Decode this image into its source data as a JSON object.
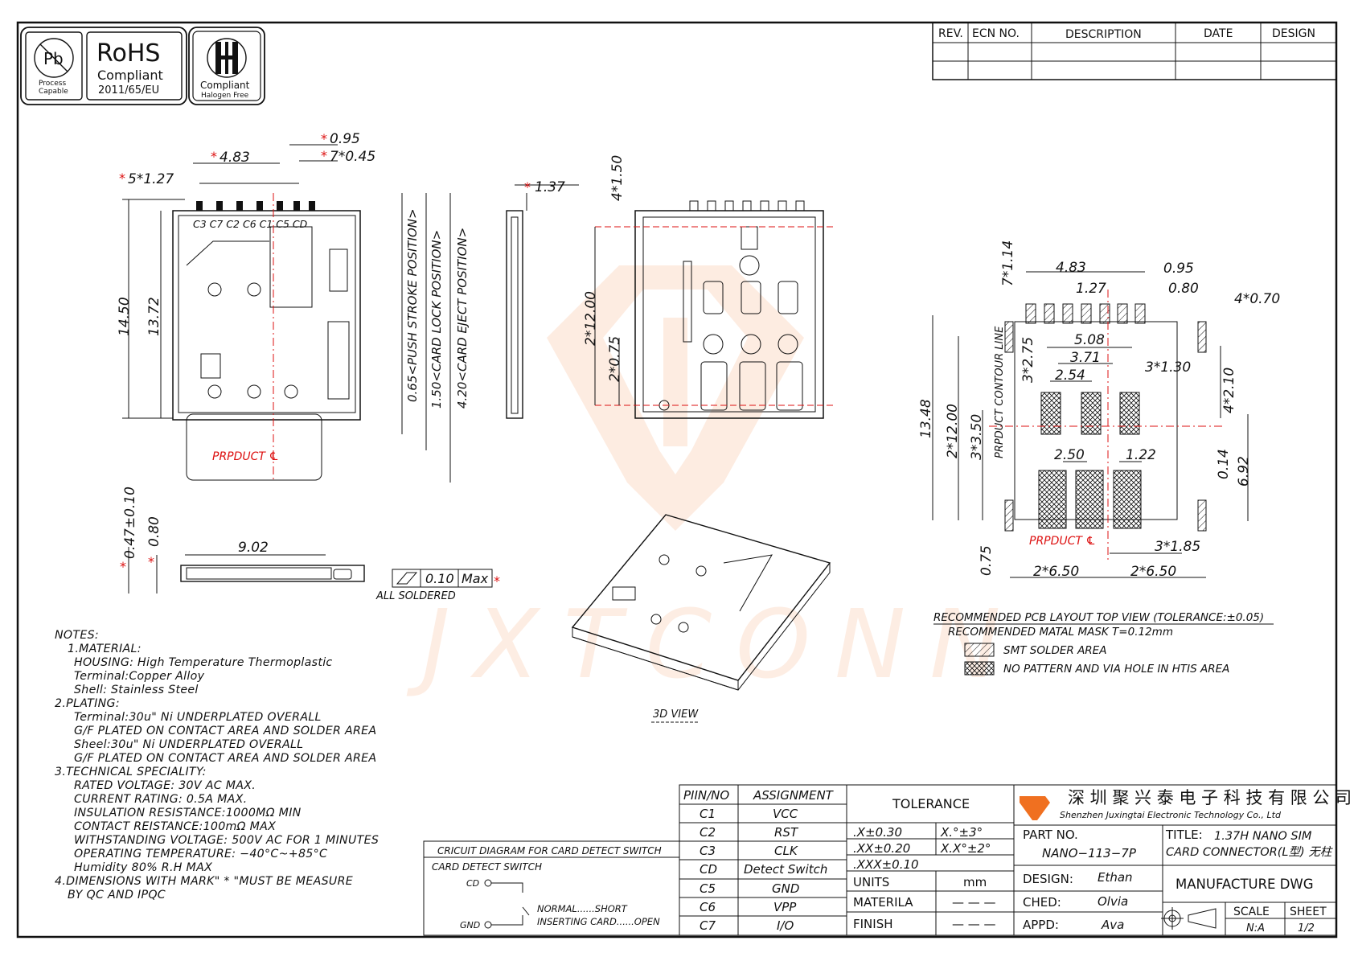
{
  "cert": {
    "pb_process": "Process",
    "pb_capable": "Capable",
    "pb_symbol": "Pb",
    "rohs_title": "RoHS",
    "rohs_compliant": "Compliant",
    "rohs_directive": "2011/65/EU",
    "hf_symbol": "H",
    "hf_compliant": "Compliant",
    "hf_halogen": "Halogen Free"
  },
  "revision_table": {
    "headers": [
      "REV.",
      "ECN NO.",
      "DESCRIPTION",
      "DATE",
      "DESIGN"
    ]
  },
  "dims_top": {
    "d_5x127": "5*1.27",
    "d_483": "4.83",
    "d_095": "0.95",
    "d_7x045": "7*0.45",
    "d_1450": "14.50",
    "d_1372": "13.72",
    "pins": "C3  C7  C2  C6  C1  C5  CD",
    "product_cl": "PRPDUCT ℄",
    "push": "0.65<PUSH STROKE POSITION>",
    "lock": "1.50<CARD LOCK POSITION>",
    "eject": "4.20<CARD EJECT POSITION>",
    "d_137": "1.37",
    "d_4x150": "4*1.50",
    "d_2x1200": "2*12.00",
    "d_2x075": "2*0.75"
  },
  "dims_side": {
    "d_047": "0.47±0.10",
    "d_080": "0.80",
    "d_902": "9.02",
    "flat_val": "0.10",
    "flat_max": "Max",
    "all_soldered": "ALL SOLDERED",
    "view_3d": "3D VIEW"
  },
  "watermark": "JXTCONN",
  "pcb": {
    "d_7x114": "7*1.14",
    "d_483": "4.83",
    "d_095": "0.95",
    "d_127": "1.27",
    "d_080": "0.80",
    "d_4x070": "4*0.70",
    "d_508": "5.08",
    "d_371": "3.71",
    "d_254": "2.54",
    "d_3x130": "3*1.30",
    "d_3x275": "3*2.75",
    "d_4x210": "4*2.10",
    "d_1348": "13.48",
    "d_2x1200": "2*12.00",
    "d_3x350": "3*3.50",
    "contour": "PRPDUCT CONTOUR LINE",
    "d_250": "2.50",
    "d_122": "1.22",
    "d_014": "0.14",
    "d_692": "6.92",
    "d_075": "0.75",
    "product_cl": "PRPDUCT ℄",
    "d_3x185": "3*1.85",
    "d_2x650a": "2*6.50",
    "d_2x650b": "2*6.50",
    "title": "RECOMMENDED PCB LAYOUT TOP VIEW (TOLERANCE:±0.05)",
    "mask": "RECOMMENDED MATAL MASK T=0.12mm",
    "legend_smt": "SMT SOLDER AREA",
    "legend_no": "NO PATTERN AND VIA HOLE IN HTIS AREA"
  },
  "notes": [
    {
      "cls": "h",
      "text": "NOTES:"
    },
    {
      "cls": "i1",
      "text": "1.MATERIAL:"
    },
    {
      "cls": "i2",
      "text": "HOUSING: High Temperature Thermoplastic"
    },
    {
      "cls": "i2",
      "text": "Terminal:Copper Alloy"
    },
    {
      "cls": "i2",
      "text": "Shell: Stainless Steel"
    },
    {
      "cls": "h",
      "text": "2.PLATING:"
    },
    {
      "cls": "i2",
      "text": "Terminal:30u\" Ni UNDERPLATED OVERALL"
    },
    {
      "cls": "i2",
      "text": "G/F PLATED ON CONTACT AREA AND SOLDER AREA"
    },
    {
      "cls": "i2",
      "text": "Sheel:30u\" Ni UNDERPLATED OVERALL"
    },
    {
      "cls": "i2",
      "text": "G/F PLATED ON CONTACT AREA AND SOLDER AREA"
    },
    {
      "cls": "h",
      "text": "3.TECHNICAL SPECIALITY:"
    },
    {
      "cls": "i2",
      "text": "RATED VOLTAGE: 30V AC MAX."
    },
    {
      "cls": "i2",
      "text": "CURRENT RATING: 0.5A MAX."
    },
    {
      "cls": "i2",
      "text": "INSULATION RESISTANCE:1000MΩ MIN"
    },
    {
      "cls": "i2",
      "text": "CONTACT REISTANCE:100mΩ MAX"
    },
    {
      "cls": "i2",
      "text": "WITHSTANDING VOLTAGE: 500V AC FOR 1 MINUTES"
    },
    {
      "cls": "i2",
      "text": "OPERATING TEMPERATURE: −40°C~+85°C"
    },
    {
      "cls": "i2",
      "text": "Humidity 80% R.H MAX"
    },
    {
      "cls": "h",
      "text": "4.DIMENSIONS WITH MARK\" * \"MUST BE MEASURE"
    },
    {
      "cls": "i1",
      "text": "BY QC AND IPQC"
    }
  ],
  "circuit": {
    "title": "CRICUIT DIAGRAM FOR CARD DETECT SWITCH",
    "subtitle": "CARD DETECT SWITCH",
    "cd": "CD",
    "gnd": "GND",
    "normal": "NORMAL......SHORT",
    "inserting": "INSERTING CARD......OPEN"
  },
  "pin_table": {
    "header_pin": "PIIN/NO",
    "header_assign": "ASSIGNMENT",
    "rows": [
      {
        "pin": "C1",
        "assign": "VCC"
      },
      {
        "pin": "C2",
        "assign": "RST"
      },
      {
        "pin": "C3",
        "assign": "CLK"
      },
      {
        "pin": "CD",
        "assign": "Detect Switch"
      },
      {
        "pin": "C5",
        "assign": "GND"
      },
      {
        "pin": "C6",
        "assign": "VPP"
      },
      {
        "pin": "C7",
        "assign": "I/O"
      }
    ]
  },
  "tolerance": {
    "title": "TOLERANCE",
    "x": ".X±0.30",
    "xx": ".XX±0.20",
    "xxx": ".XXX±0.10",
    "ang1": "X.°±3°",
    "ang2": "X.X°±2°",
    "units_label": "UNITS",
    "units_val": "mm",
    "material_label": "MATERILA",
    "material_val": "— — —",
    "finish_label": "FINISH",
    "finish_val": "— — —"
  },
  "company": {
    "name_cn": "深 圳 聚 兴 泰 电 子 科 技 有 限 公 司",
    "name_en": "Shenzhen Juxingtai Electronic Technology Co., Ltd"
  },
  "title_block": {
    "part_label": "PART NO.",
    "part_val": "NANO−113−7P",
    "title_label": "TITLE:",
    "title_val1": "1.37H NANO SIM",
    "title_val2": "CARD CONNECTOR(L型) 无柱",
    "design_label": "DESIGN:",
    "design_val": "Ethan",
    "ched_label": "CHED:",
    "ched_val": "Olvia",
    "appd_label": "APPD:",
    "appd_val": "Ava",
    "dwg": "MANUFACTURE DWG",
    "scale_label": "SCALE",
    "scale_val": "N:A",
    "sheet_label": "SHEET",
    "sheet_val": "1/2"
  }
}
